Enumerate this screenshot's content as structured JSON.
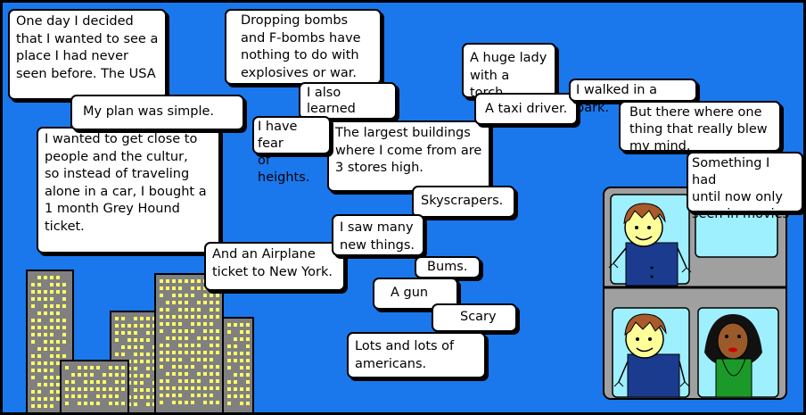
{
  "colors": {
    "sky": "#1a78ec",
    "building": "#808080",
    "window": "#ffff66",
    "bus_body": "#a0a0a0",
    "bus_window": "#9ff0ff",
    "shirt_blue": "#1b3b8f",
    "shirt_green": "#1b9a2a",
    "hair_brown": "#a85a2a",
    "skin_light": "#ffff99",
    "skin_dark": "#9b5a2a"
  },
  "bubbles": [
    {
      "id": "b1",
      "text": "One day I decided\nthat I wanted to see a\nplace I had never\nseen before. The USA"
    },
    {
      "id": "b2",
      "text": "My plan was simple."
    },
    {
      "id": "b3",
      "text": "I wanted to get close to\npeople and the cultur,\nso instead of traveling\nalone in a car, I bought a\n1 month Grey Hound\nticket."
    },
    {
      "id": "b4",
      "text": "And an Airplane\nticket to New York."
    },
    {
      "id": "b5",
      "text": "Dropping bombs\nand F-bombs have\nnothing to do with\nexplosives or war."
    },
    {
      "id": "b6",
      "text": "I also learned\nnew things."
    },
    {
      "id": "b7",
      "text": "I have fear\nof heights."
    },
    {
      "id": "b8",
      "text": "The largest buildings\nwhere I come from are\n3 stores high."
    },
    {
      "id": "b9",
      "text": "Skyscrapers."
    },
    {
      "id": "b10",
      "text": "I saw many\nnew things."
    },
    {
      "id": "b11",
      "text": "Bums."
    },
    {
      "id": "b12",
      "text": "A gun"
    },
    {
      "id": "b13",
      "text": "Scary"
    },
    {
      "id": "b14",
      "text": "Lots and lots of\namericans."
    },
    {
      "id": "b15",
      "text": "A huge lady\nwith a torch."
    },
    {
      "id": "b16",
      "text": "A taxi driver."
    },
    {
      "id": "b17",
      "text": "I walked in a park."
    },
    {
      "id": "b18",
      "text": "But there where one\nthing that really blew\nmy mind."
    },
    {
      "id": "b19",
      "text": "Something I had\nuntil now only\nseen in movies"
    }
  ]
}
